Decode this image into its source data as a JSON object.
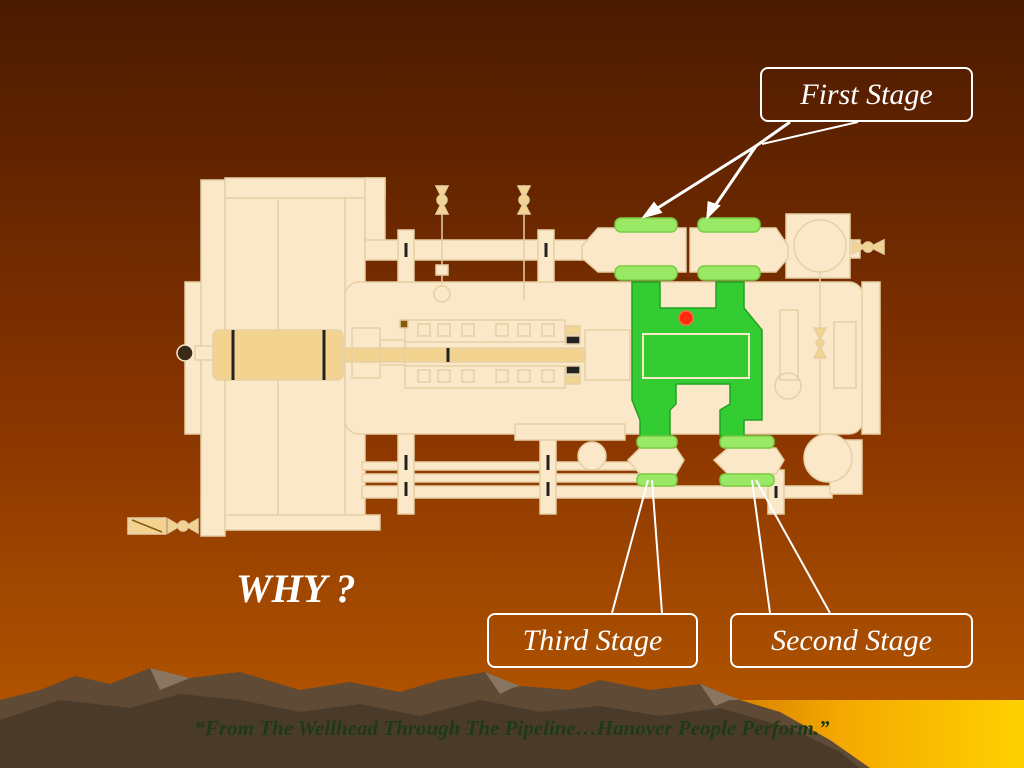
{
  "labels": {
    "first_stage": "First Stage",
    "second_stage": "Second Stage",
    "third_stage": "Third Stage",
    "question": "WHY ?"
  },
  "footer": {
    "tagline": "“From The Wellhead Through The Pipeline…Hanover People Perform.”"
  },
  "colors": {
    "background_top": "#4a1a00",
    "background_bottom": "#b04c00",
    "machine_fill": "#fbe8c8",
    "machine_outline": "#e8d0a8",
    "cylinder_body": "#33cc33",
    "cylinder_cap": "#99e866",
    "piston": "#f2d490",
    "indicator_dot": "#ff2a10",
    "callout_border": "#ffffff",
    "footer_text": "#1e3a14",
    "sun_glow": "#ffcc00"
  }
}
